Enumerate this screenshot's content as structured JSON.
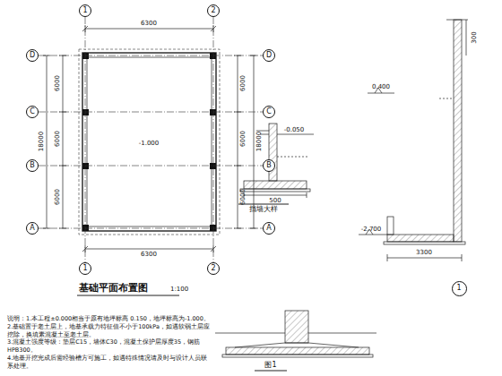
{
  "diagram": {
    "nodes": [
      {
        "text": [
          "1"
        ]
      },
      {
        "text": [
          "2"
        ]
      },
      {
        "text": [
          "D"
        ]
      },
      {
        "text": [
          "D"
        ]
      },
      {
        "text": [
          "C"
        ]
      },
      {
        "text": [
          "C"
        ]
      },
      {
        "text": [
          "B"
        ]
      },
      {
        "text": [
          "B"
        ]
      },
      {
        "text": [
          "A"
        ]
      },
      {
        "text": [
          "A"
        ]
      },
      {
        "text": [
          "1"
        ]
      },
      {
        "text": [
          "2"
        ]
      },
      {
        "text": [
          "1"
        ]
      }
    ],
    "edges": [
      {
        "from": 0,
        "to": 10,
        "arrow": "none"
      },
      {
        "from": 1,
        "to": 11,
        "arrow": "none"
      },
      {
        "from": 2,
        "to": 3,
        "arrow": "none"
      },
      {
        "from": 4,
        "to": 5,
        "arrow": "none"
      },
      {
        "from": 6,
        "to": 7,
        "arrow": "none"
      },
      {
        "from": 8,
        "to": 9,
        "arrow": "none"
      }
    ],
    "labels": [
      "6300",
      "6300",
      "6000",
      "6000",
      "6000",
      "18000",
      "6000",
      "6000",
      "6000",
      "18000",
      "-1.000",
      "基础平面布置图",
      "1:100",
      "说明：1.本工程±0.000相当于原有地坪标高 0.150，地坪标高为-1.000。",
      "2.基础置于老土层上，地基承载力特征值不小于100kPa，如遇软弱土层应挖除，换填素混凝土至老土层。",
      "3.混凝土强度等级：垫层C15，墙体C30，混凝土保护层厚度35，钢筋HPB300。",
      "4.地基开挖完成后需经验槽方可施工，如遇特殊情况请及时与设计人员联系处理。",
      "挡墙大样",
      "图1",
      "0.400",
      "-2.700",
      "3300",
      "-0.050",
      "500",
      "300"
    ]
  }
}
